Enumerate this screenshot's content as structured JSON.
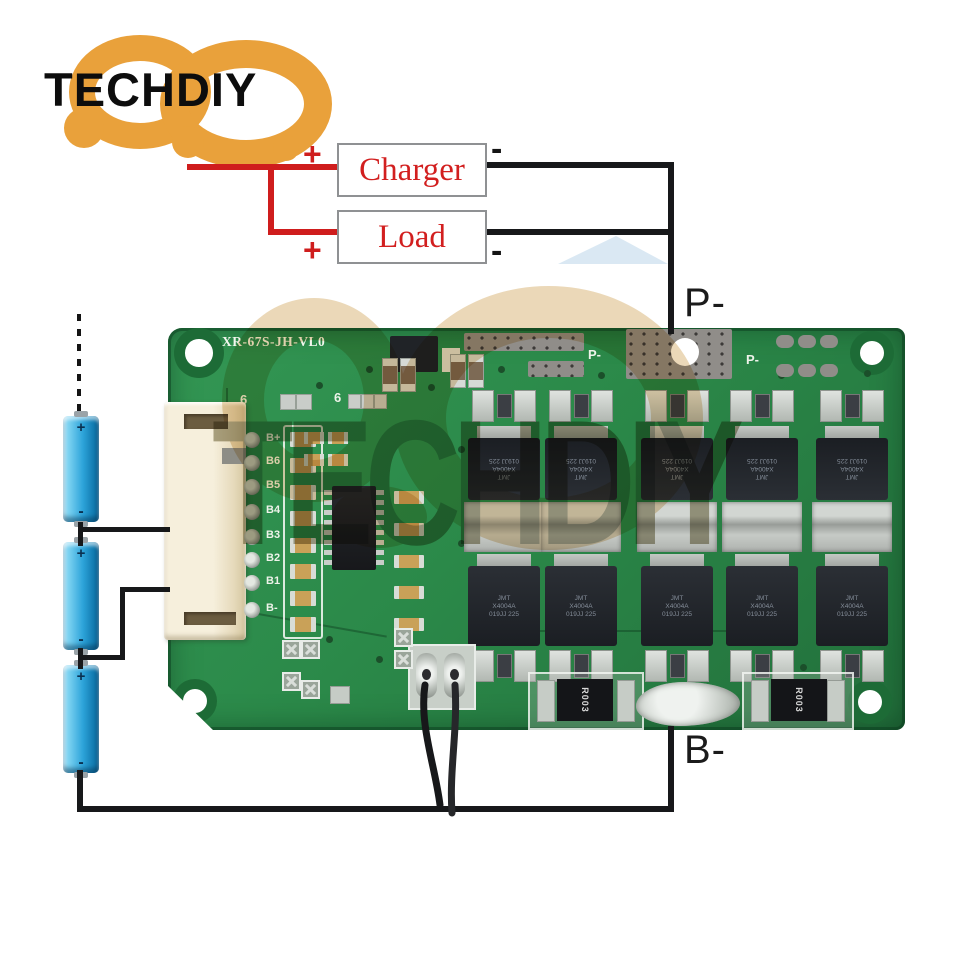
{
  "logo": {
    "text": "TECHDIY",
    "cloud_color": "#E9A13B"
  },
  "watermark": {
    "text": "TECHDIY"
  },
  "wiring": {
    "charger_label": "Charger",
    "load_label": "Load",
    "charger_plus": "+",
    "charger_minus": "-",
    "load_plus": "+",
    "load_minus": "-",
    "p_minus_label": "P-",
    "b_minus_label": "B-",
    "positive_wire_color": "#cf1d1d",
    "negative_wire_color": "#17181a"
  },
  "battery_pack": {
    "cell_positive": "+",
    "cell_negative": "-",
    "cell_color": "#2da4da",
    "cell_count_shown": 3
  },
  "pcb": {
    "silkscreen_model": "XR-67S-JH-VL0",
    "silkscreen_p_minus_1": "P-",
    "silkscreen_p_minus_2": "P-",
    "silkscreen_mark_6a": "6",
    "silkscreen_mark_6b": "6",
    "connector_pins": [
      "B+",
      "B6",
      "B5",
      "B4",
      "B3",
      "B2",
      "B1",
      "B-"
    ],
    "mosfet_marking_top": "JMT",
    "mosfet_marking_mid": "X4004A",
    "mosfet_marking_bottom": "019JJ 225",
    "shunt_resistor_marking": "R003",
    "board_color": "#2b8949"
  }
}
